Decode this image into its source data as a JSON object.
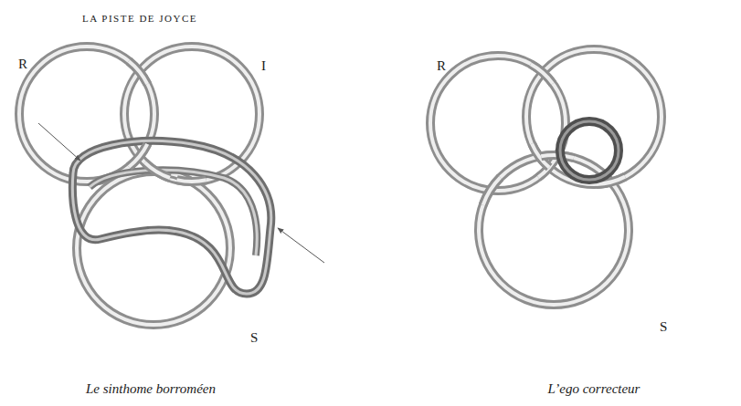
{
  "diagram": {
    "title": "LA PISTE DE JOYCE",
    "labels": [
      "R",
      "I",
      "S",
      "Le sinthome borroméen",
      "R",
      "S",
      "L’ego correcteur"
    ]
  }
}
